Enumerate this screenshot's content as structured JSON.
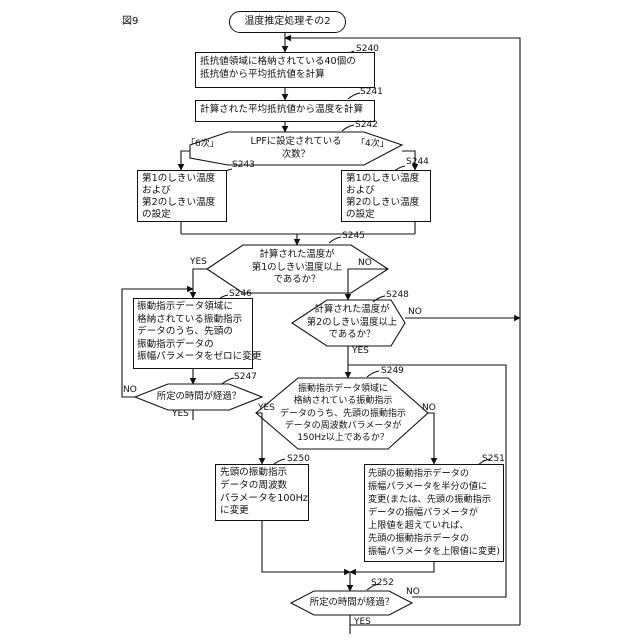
{
  "figure_label": "図9",
  "start": "温度推定処理その2",
  "steps": {
    "s240": {
      "id": "S240",
      "lines": [
        "抵抗値領域に格納されている40個の",
        "抵抗値から平均抵抗値を計算"
      ]
    },
    "s241": {
      "id": "S241",
      "lines": [
        "計算された平均抵抗値から温度を計算"
      ]
    },
    "s242": {
      "id": "S242",
      "lines": [
        "LPFに設定されている",
        "次数？"
      ],
      "left_branch": "「6次」",
      "right_branch": "「4次」"
    },
    "s243": {
      "id": "S243",
      "lines": [
        "第1のしきい温度",
        "および",
        "第2のしきい温度",
        "の設定"
      ]
    },
    "s244": {
      "id": "S244",
      "lines": [
        "第1のしきい温度",
        "および",
        "第2のしきい温度",
        "の設定"
      ]
    },
    "s245": {
      "id": "S245",
      "lines": [
        "計算された温度が",
        "第1のしきい温度以上",
        "であるか？"
      ],
      "yes": "YES",
      "no": "NO"
    },
    "s246": {
      "id": "S246",
      "lines": [
        "振動指示データ領域に",
        "格納されている振動指示",
        "データのうち、先頭の",
        "振動指示データの",
        "振幅パラメータをゼロに変更"
      ]
    },
    "s247": {
      "id": "S247",
      "lines": [
        "所定の時間が経過？"
      ],
      "yes": "YES",
      "no": "NO"
    },
    "s248": {
      "id": "S248",
      "lines": [
        "計算された温度が",
        "第2のしきい温度以上",
        "であるか？"
      ],
      "yes": "YES",
      "no": "NO"
    },
    "s249": {
      "id": "S249",
      "lines": [
        "振動指示データ領域に",
        "格納されている振動指示",
        "データのうち、先頭の振動指示",
        "データの周波数パラメータが",
        "150Hz以上であるか？"
      ],
      "yes": "YES",
      "no": "NO"
    },
    "s250": {
      "id": "S250",
      "lines": [
        "先頭の振動指示",
        "データの周波数",
        "パラメータを100Hz",
        "に変更"
      ]
    },
    "s251": {
      "id": "S251",
      "lines": [
        "先頭の振動指示データの",
        "振幅パラメータを半分の値に",
        "変更(または、先頭の振動指示",
        "データの振幅パラメータが",
        "上限値を超えていれば、",
        "先頭の振動指示データの",
        "振幅パラメータを上限値に変更)"
      ]
    },
    "s252": {
      "id": "S252",
      "lines": [
        "所定の時間が経過？"
      ],
      "yes": "YES",
      "no": "NO"
    }
  }
}
